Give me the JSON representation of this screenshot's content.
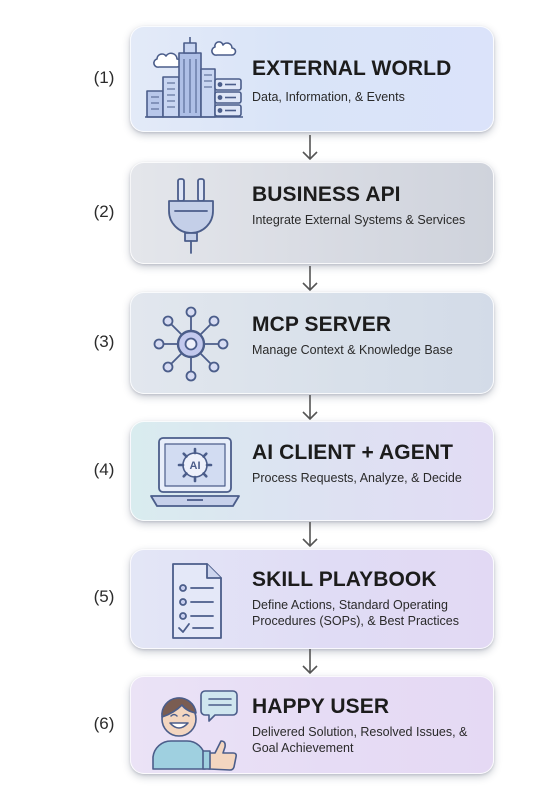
{
  "steps": [
    {
      "number": "(1)",
      "title": "EXTERNAL WORLD",
      "description": "Data, Information, & Events",
      "icon": "city-server-icon"
    },
    {
      "number": "(2)",
      "title": "BUSINESS API",
      "description": "Integrate External Systems & Services",
      "icon": "plug-icon"
    },
    {
      "number": "(3)",
      "title": "MCP SERVER",
      "description": "Manage Context & Knowledge Base",
      "icon": "network-hub-icon"
    },
    {
      "number": "(4)",
      "title": "AI CLIENT + AGENT",
      "description": "Process Requests, Analyze, & Decide",
      "icon": "laptop-ai-icon",
      "icon_text": "AI"
    },
    {
      "number": "(5)",
      "title": "SKILL PLAYBOOK",
      "description": "Define Actions, Standard Operating Procedures (SOPs), & Best Practices",
      "icon": "checklist-document-icon"
    },
    {
      "number": "(6)",
      "title": "HAPPY USER",
      "description": "Delivered Solution, Resolved Issues, & Goal Achievement",
      "icon": "happy-user-thumbs-up-icon"
    }
  ],
  "colors": {
    "icon_stroke": "#4b5d8a",
    "arrow": "#555555",
    "text": "#1c1c1c"
  }
}
